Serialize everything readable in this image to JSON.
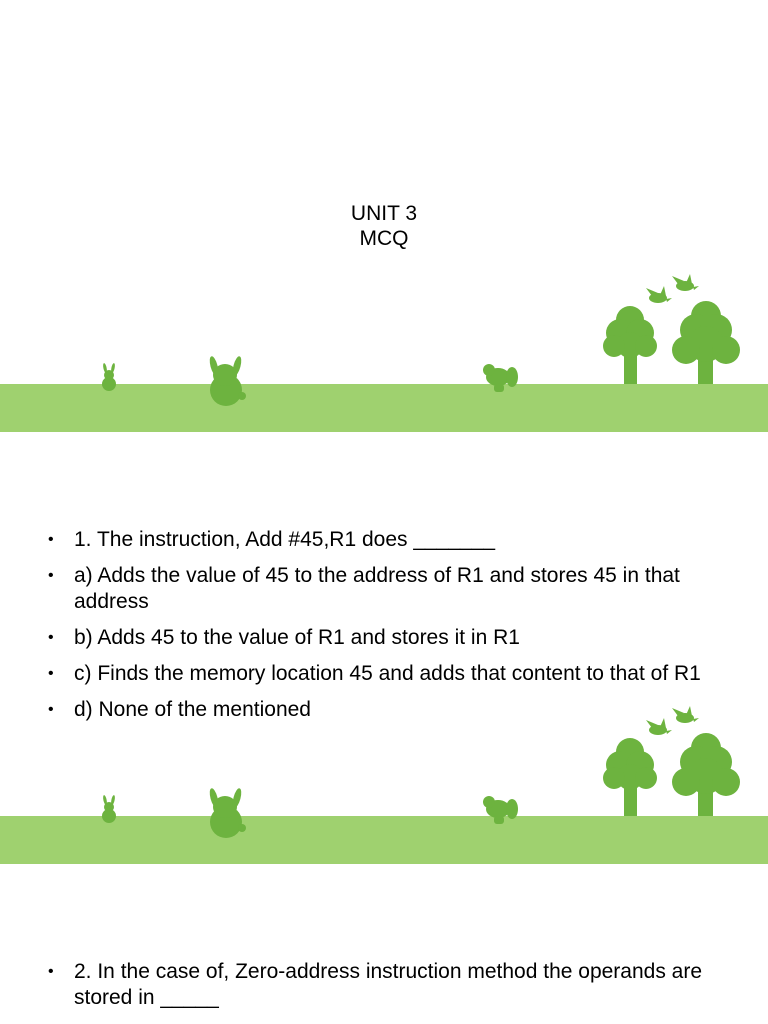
{
  "slide1": {
    "title_line1": "UNIT 3",
    "title_line2": "MCQ"
  },
  "slide2": {
    "bullets": [
      "1. The instruction, Add #45,R1 does _______",
      "a) Adds the value of 45 to the address of R1 and stores 45 in that address",
      "b) Adds 45 to the value of R1 and stores it in R1",
      "c) Finds the memory location 45 and adds that content to that of R1",
      "d) None of the mentioned"
    ]
  },
  "slide3": {
    "bullets": [
      "2. In the case of, Zero-address instruction method the operands are stored in _____"
    ]
  },
  "colors": {
    "ground": "#9fd16f",
    "silhouette": "#6db33f"
  },
  "icons": [
    "rabbit-icon",
    "squirrel-icon",
    "tree-icon",
    "bird-icon"
  ]
}
